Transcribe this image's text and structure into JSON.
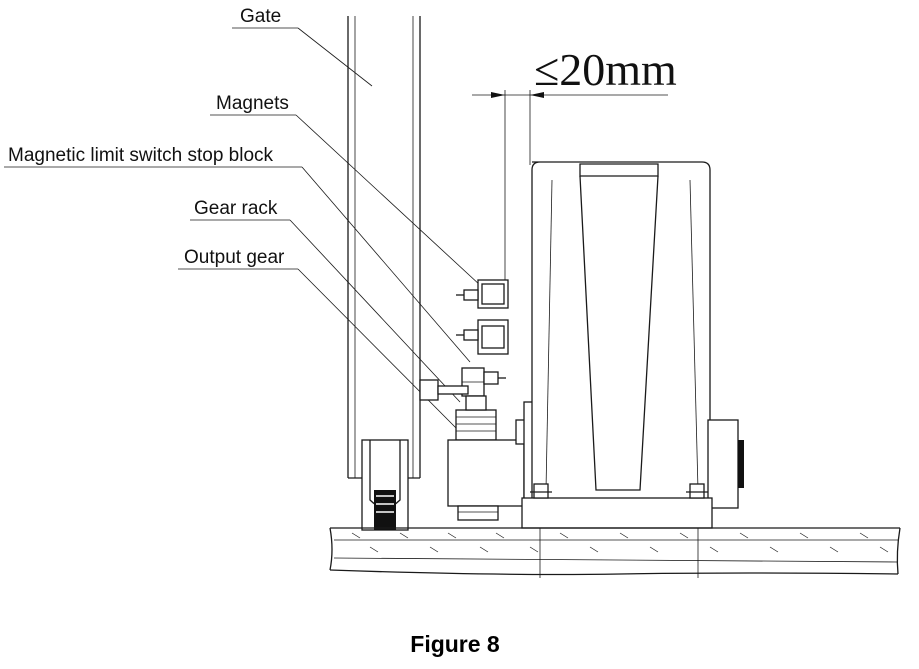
{
  "labels": {
    "gate": "Gate",
    "magnets": "Magnets",
    "limit_block": "Magnetic limit switch stop block",
    "gear_rack": "Gear rack",
    "output_gear": "Output gear"
  },
  "dimension": "≤20mm",
  "caption": "Figure 8"
}
